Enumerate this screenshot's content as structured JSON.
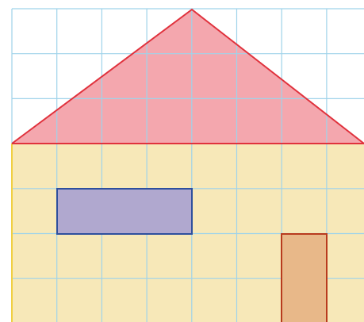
{
  "grid": {
    "columns": 8,
    "rows": 7,
    "line_color": "#9fd3ea"
  },
  "shapes": {
    "roof": {
      "type": "triangle",
      "fill": "#f4a7ae",
      "stroke": "#e0323d"
    },
    "house_body": {
      "type": "rectangle",
      "fill": "#f7e8b8",
      "stroke": "#f0cf43"
    },
    "window": {
      "type": "rectangle",
      "fill": "#b0a8cf",
      "stroke": "#2e4f9e"
    },
    "door": {
      "type": "rectangle",
      "fill": "#e8b889",
      "stroke": "#b83a1e"
    }
  }
}
